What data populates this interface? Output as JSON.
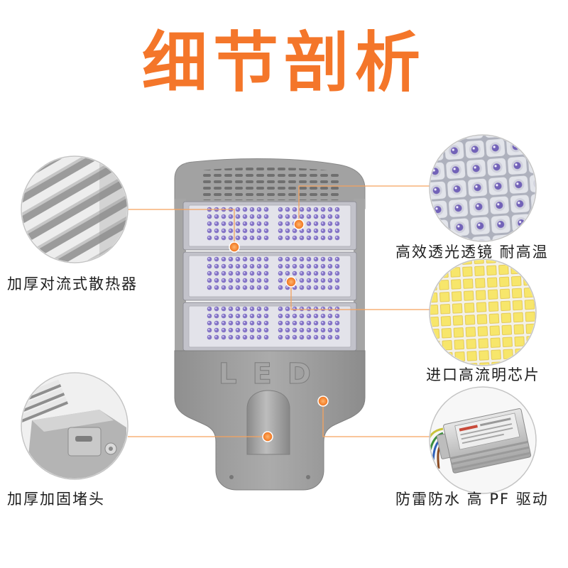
{
  "title": "细节剖析",
  "callouts": [
    {
      "label": "加厚对流式散热器",
      "icon": "heatsink-fins"
    },
    {
      "label": "高效透光透镜 耐高温",
      "icon": "lens-array"
    },
    {
      "label": "进口高流明芯片",
      "icon": "led-chips"
    },
    {
      "label": "加厚加固堵头",
      "icon": "end-cap"
    },
    {
      "label": "防雷防水 高 PF 驱动",
      "icon": "led-driver"
    }
  ],
  "lamp": {
    "emboss": "LED"
  },
  "colors": {
    "accent": "#f4762a",
    "callout_line": "#f5a25e",
    "lamp_body": "#a2a2a2",
    "led_lens": "#7262b8",
    "led_chip": "#f7e66b"
  }
}
